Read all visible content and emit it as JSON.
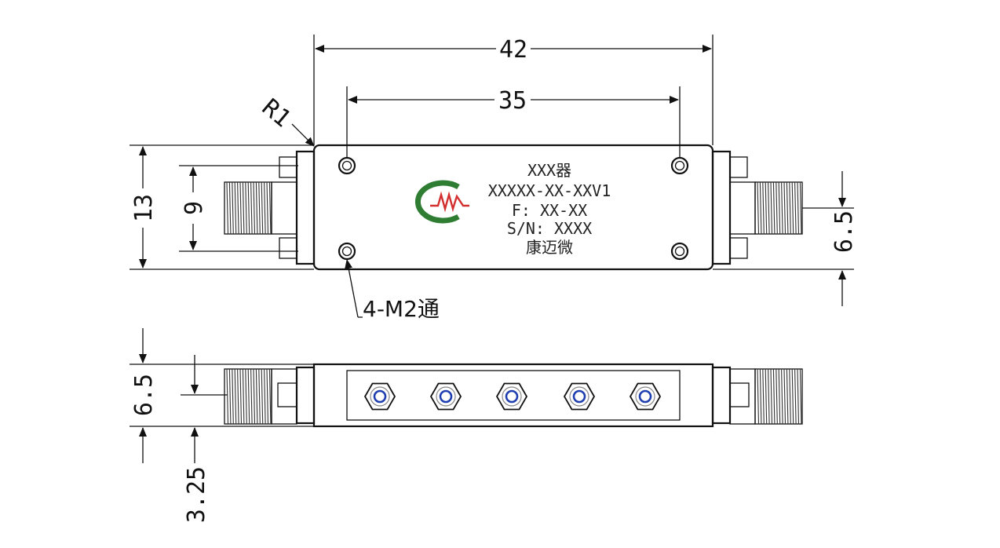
{
  "dimensions": {
    "overall_length": "42",
    "hole_spacing": "35",
    "corner_radius": "R1",
    "body_height": "13",
    "hole_pitch": "9",
    "connector_offset_top": "6.5",
    "side_height": "6.5",
    "side_offset": "3.25"
  },
  "callout": {
    "holes": "4-M2通"
  },
  "label": {
    "line1": "XXX器",
    "line2": "XXXXX-XX-XXV1",
    "line3": "F: XX-XX",
    "line4": "S/N: XXXX",
    "line5": "康迈微"
  },
  "colors": {
    "logo_green": "#2e7d32",
    "logo_red": "#d32f2f",
    "screw_blue": "#1f3fb0"
  }
}
